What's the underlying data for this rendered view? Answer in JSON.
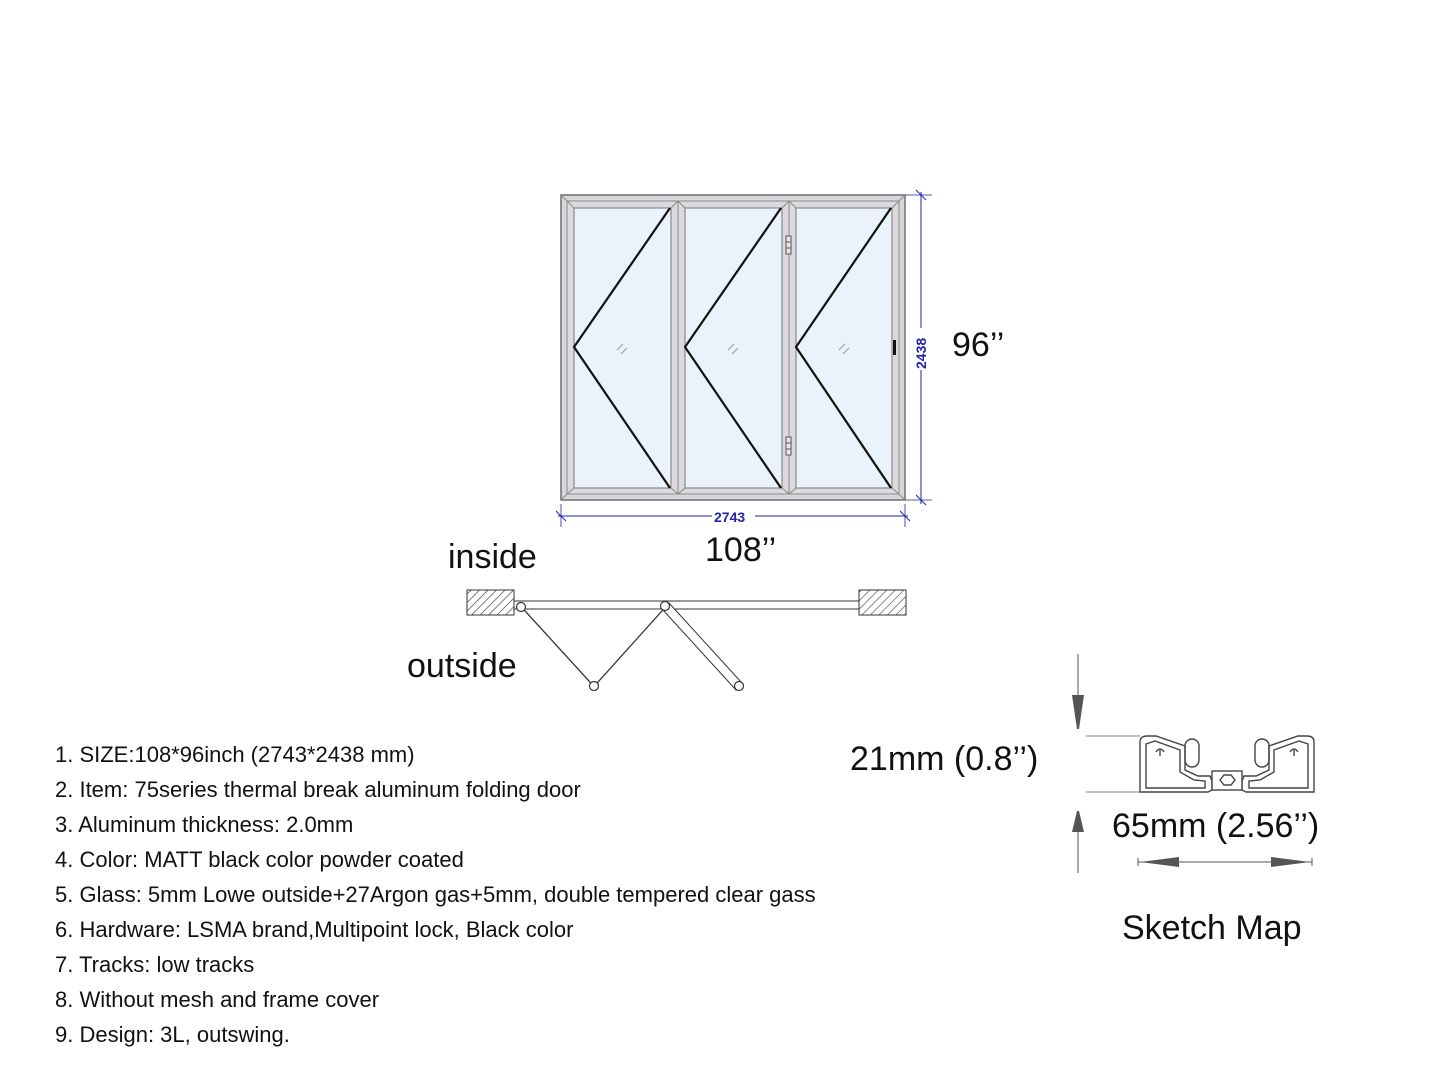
{
  "elevation": {
    "width_mm": "2743",
    "height_mm": "2438",
    "width_in_label": "108’’",
    "height_in_label": "96’’",
    "panels": 3,
    "colors": {
      "frame": "#d9d6dc",
      "frame_edge": "#6f6f6f",
      "glass": "#eaf2fb",
      "dimension": "#2222aa"
    }
  },
  "plan": {
    "inside_label": "inside",
    "outside_label": "outside"
  },
  "profile": {
    "height_label": "21mm (0.8’’)",
    "width_label": "65mm (2.56’’)",
    "caption": "Sketch Map"
  },
  "specs": [
    "1. SIZE:108*96inch (2743*2438 mm)",
    "2. Item: 75series thermal break aluminum folding door",
    "3. Aluminum thickness: 2.0mm",
    "4. Color: MATT black color powder coated",
    "5. Glass: 5mm Lowe outside+27Argon gas+5mm, double tempered clear gass",
    "6. Hardware: LSMA brand,Multipoint lock, Black color",
    "7. Tracks: low tracks",
    "8. Without mesh and frame cover",
    "9. Design: 3L, outswing."
  ]
}
